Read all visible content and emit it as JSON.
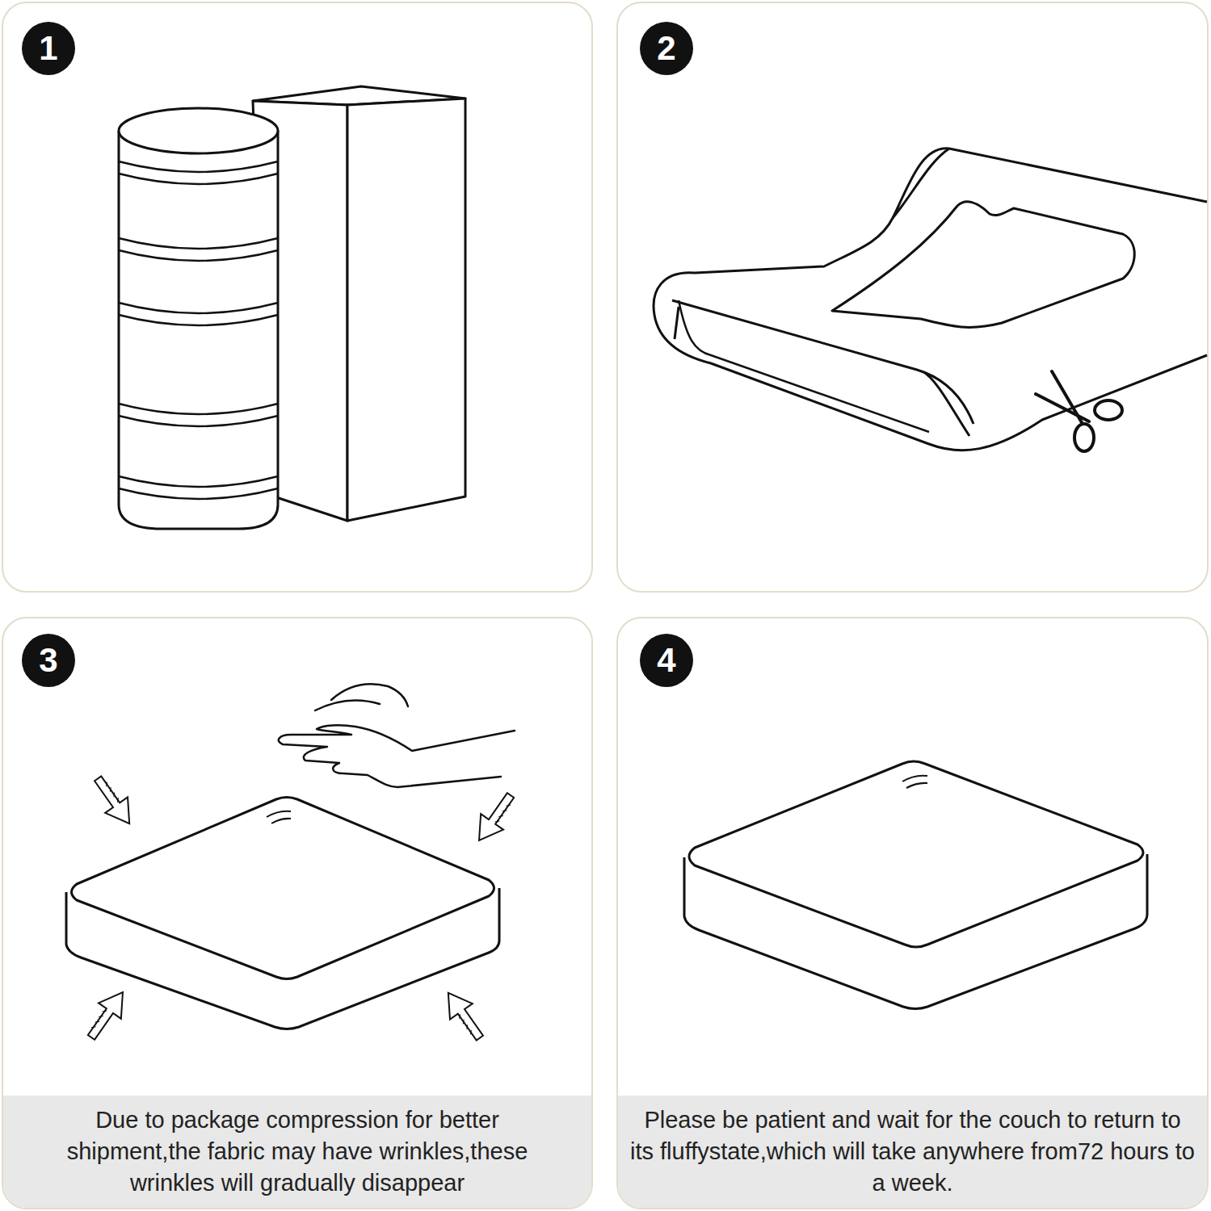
{
  "diagram": {
    "nodes": [
      {
        "text": [
          "1"
        ]
      },
      {
        "text": [
          "2"
        ]
      },
      {
        "text": [
          "3"
        ]
      },
      {
        "text": [
          "4"
        ]
      },
      {
        "text": [
          "Due to package compression for better shipment,the fabric may have wrinkles,these wrinkles will gradually disappear"
        ]
      },
      {
        "text": [
          "Please be patient and wait for the couch to return to its fluffystate,which will take anywhere from72 hours to a week."
        ]
      }
    ]
  }
}
